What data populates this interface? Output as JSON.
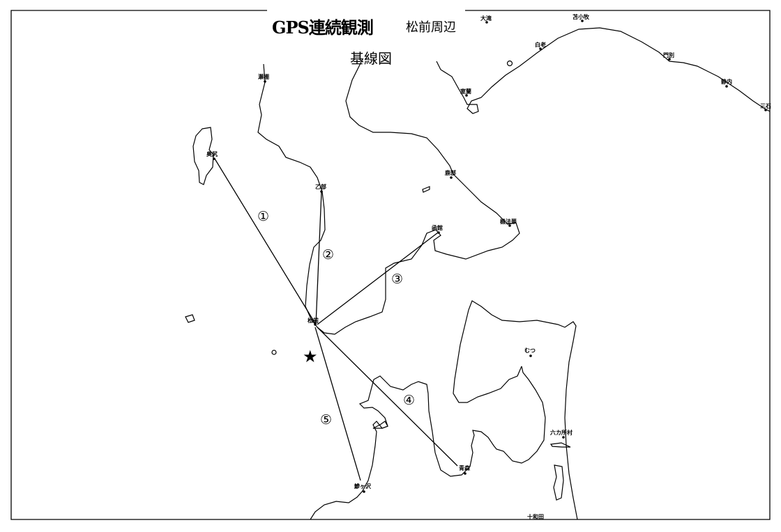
{
  "header": {
    "title": "GPS連続観測",
    "subtitle": "松前周辺",
    "diagram_label": "基線図"
  },
  "places": {
    "setana": "瀬棚",
    "okushiri": "奥尻",
    "otobe": "乙部",
    "shikabe": "鹿部",
    "hakodate": "函館",
    "todohokke": "椴法華",
    "matsumae": "松前",
    "muroran": "室蘭",
    "shiraoi": "白老",
    "tomakomai": "苫小牧",
    "otaki": "大滝",
    "monbetsu": "門別",
    "shizunai": "静内",
    "mitsuishi": "三石",
    "mutsu": "むつ",
    "rokkasho": "六カ所村",
    "aomori": "青森",
    "ajigasawa": "鰺ヶ沢",
    "towada": "十和田"
  },
  "baselines": [
    {
      "label": "①",
      "from": "松前",
      "to": "奥尻"
    },
    {
      "label": "②",
      "from": "松前",
      "to": "乙部"
    },
    {
      "label": "③",
      "from": "松前",
      "to": "函館"
    },
    {
      "label": "④",
      "from": "松前",
      "to": "青森"
    },
    {
      "label": "⑤",
      "from": "松前",
      "to": "鰺ヶ沢"
    }
  ],
  "markers": {
    "star_symbol": "★"
  }
}
